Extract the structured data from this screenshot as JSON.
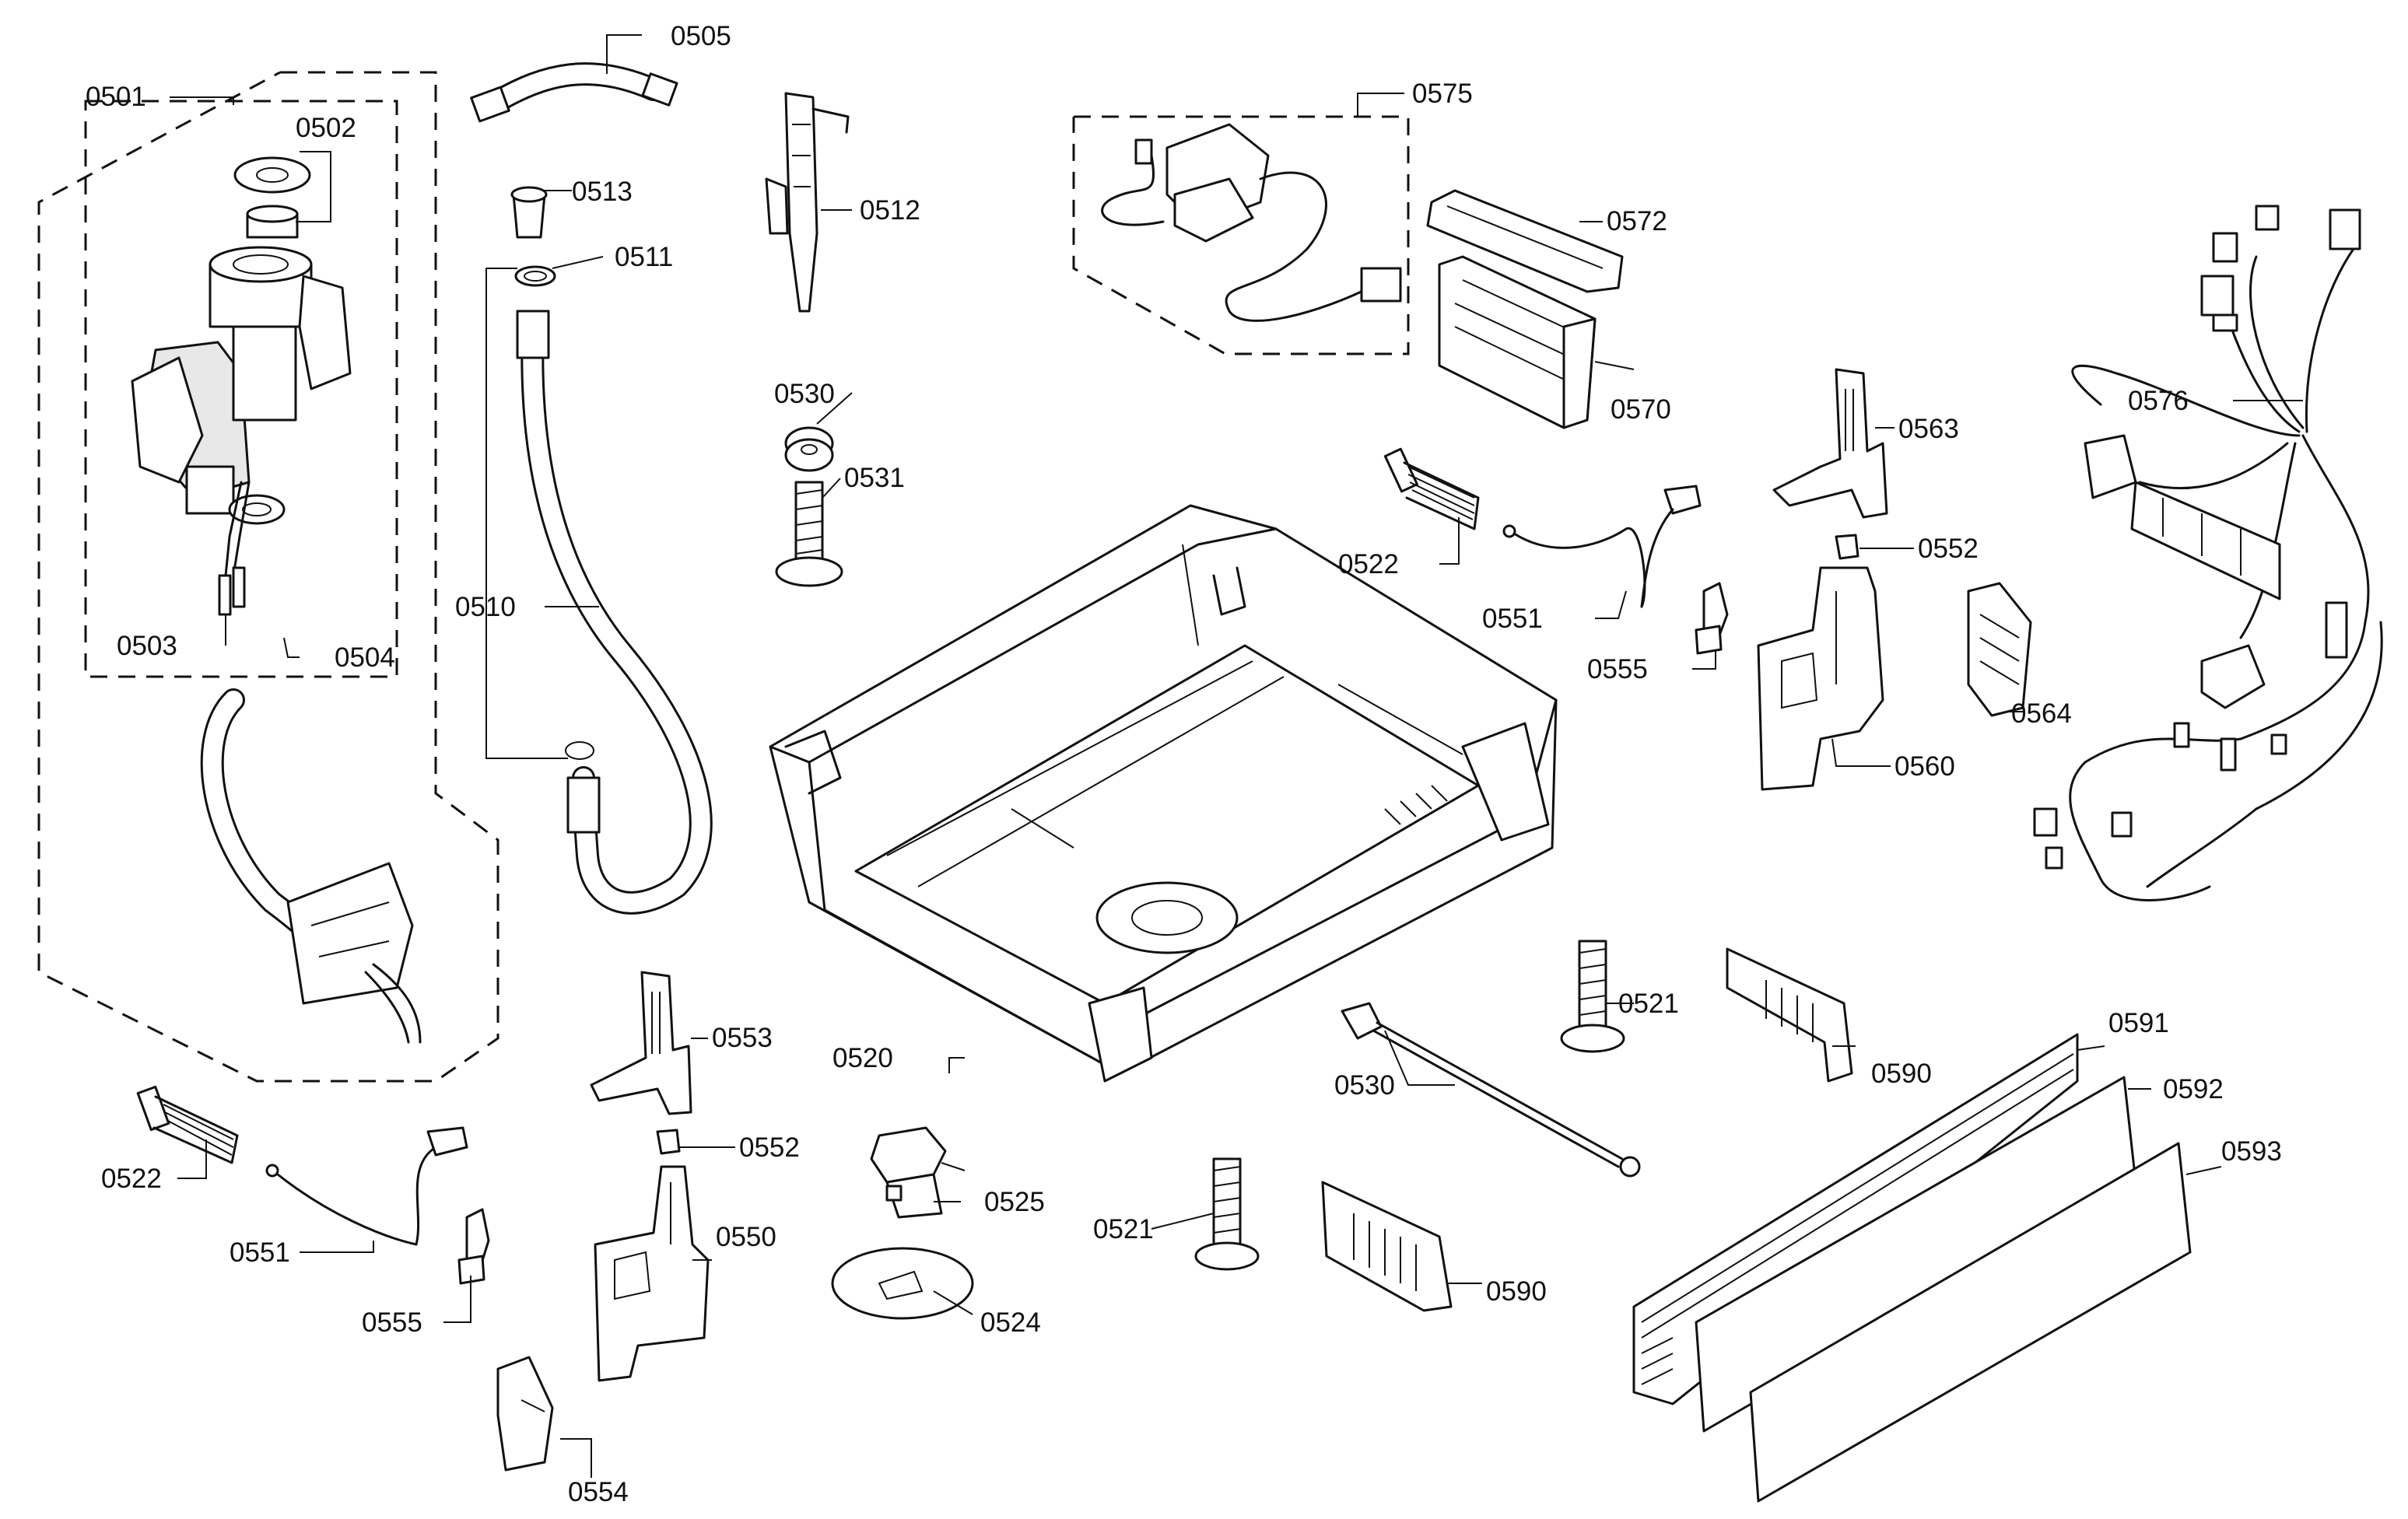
{
  "labels": {
    "p0501": "0501",
    "p0502": "0502",
    "p0503": "0503",
    "p0504": "0504",
    "p0505": "0505",
    "p0510": "0510",
    "p0511": "0511",
    "p0512": "0512",
    "p0513": "0513",
    "p0520": "0520",
    "p0521a": "0521",
    "p0521b": "0521",
    "p0522a": "0522",
    "p0522b": "0522",
    "p0524": "0524",
    "p0525": "0525",
    "p0530a": "0530",
    "p0530b": "0530",
    "p0531": "0531",
    "p0550": "0550",
    "p0551a": "0551",
    "p0551b": "0551",
    "p0552a": "0552",
    "p0552b": "0552",
    "p0553": "0553",
    "p0554": "0554",
    "p0555a": "0555",
    "p0555b": "0555",
    "p0560": "0560",
    "p0563": "0563",
    "p0564": "0564",
    "p0570": "0570",
    "p0572": "0572",
    "p0575": "0575",
    "p0576": "0576",
    "p0590a": "0590",
    "p0590b": "0590",
    "p0591": "0591",
    "p0592": "0592",
    "p0593": "0593"
  }
}
